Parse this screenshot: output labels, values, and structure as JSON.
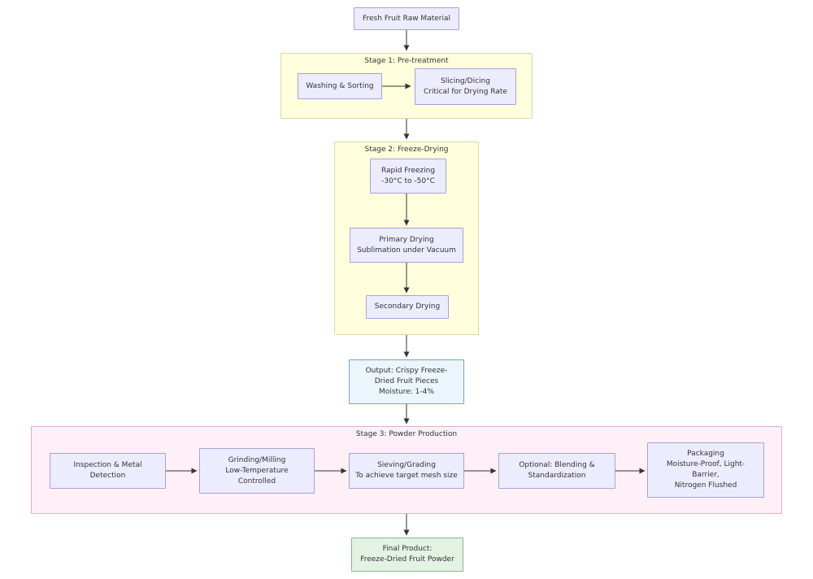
{
  "diagram": {
    "type": "flowchart",
    "direction": "top-down",
    "nodes": {
      "fresh": {
        "label": "Fresh Fruit Raw Material"
      },
      "washing": {
        "label": "Washing & Sorting"
      },
      "slicing": {
        "label": "Slicing/Dicing\nCritical for Drying Rate"
      },
      "rapid": {
        "label": "Rapid Freezing\n-30°C to -50°C"
      },
      "primary": {
        "label": "Primary Drying\nSublimation under Vacuum"
      },
      "secondary": {
        "label": "Secondary Drying"
      },
      "output": {
        "label": "Output: Crispy Freeze-\nDried Fruit Pieces\nMoisture: 1-4%"
      },
      "inspection": {
        "label": "Inspection & Metal\nDetection"
      },
      "grinding": {
        "label": "Grinding/Milling\nLow-Temperature\nControlled"
      },
      "sieving": {
        "label": "Sieving/Grading\nTo achieve target mesh size"
      },
      "optional": {
        "label": "Optional: Blending &\nStandardization"
      },
      "packaging": {
        "label": "Packaging\nMoisture-Proof, Light-\nBarrier,\nNitrogen Flushed"
      },
      "final": {
        "label": "Final Product:\nFreeze-Dried Fruit Powder"
      }
    },
    "subgraphs": {
      "stage1": {
        "title": "Stage 1: Pre-treatment"
      },
      "stage2": {
        "title": "Stage 2: Freeze-Drying"
      },
      "stage3": {
        "title": "Stage 3: Powder Production"
      }
    },
    "edges": [
      {
        "from": "fresh",
        "to": "stage1"
      },
      {
        "from": "washing",
        "to": "slicing"
      },
      {
        "from": "stage1",
        "to": "stage2"
      },
      {
        "from": "rapid",
        "to": "primary"
      },
      {
        "from": "primary",
        "to": "secondary"
      },
      {
        "from": "stage2",
        "to": "output"
      },
      {
        "from": "output",
        "to": "stage3"
      },
      {
        "from": "inspection",
        "to": "grinding"
      },
      {
        "from": "grinding",
        "to": "sieving"
      },
      {
        "from": "sieving",
        "to": "optional"
      },
      {
        "from": "optional",
        "to": "packaging"
      },
      {
        "from": "stage3",
        "to": "final"
      }
    ],
    "colors": {
      "node_fill": "#ECECFF",
      "node_border": "#A9A2D4",
      "stage_yellow_fill": "#FFFFDE",
      "stage_yellow_border": "#D9D9A8",
      "stage_pink_fill": "#FFEFF6",
      "stage_pink_border": "#E0AECB",
      "output_fill": "#EBF5FC",
      "output_border": "#6FA6CB",
      "final_fill": "#E3F2E3",
      "final_border": "#85B985",
      "edge": "#333333",
      "text": "#333333"
    }
  }
}
